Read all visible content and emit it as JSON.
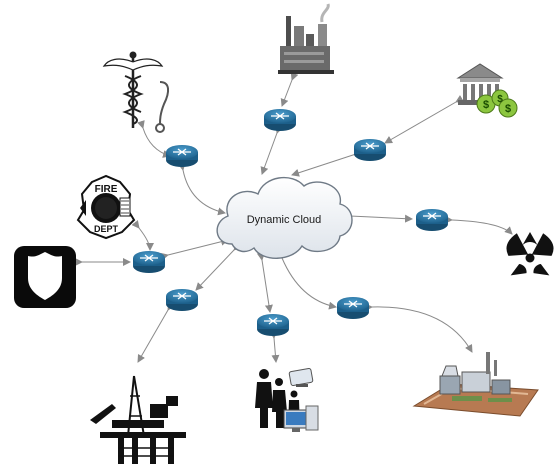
{
  "cloud": {
    "label": "Dynamic Cloud"
  },
  "fire_badge": {
    "top_text": "FIRE",
    "bottom_text": "DEPT"
  },
  "bank_badges": [
    "$",
    "$",
    "$"
  ],
  "colors": {
    "router_fill": "#1f6f9f",
    "router_top": "#3c8fc0",
    "link": "#8a8a8a",
    "cloud_fill": "#eef1f4",
    "cloud_stroke": "#6f7a86",
    "money_green": "#8cc63f"
  },
  "nodes": [
    {
      "name": "medical",
      "icon": "caduceus-stethoscope-icon"
    },
    {
      "name": "industrial-plant",
      "icon": "factory-icon"
    },
    {
      "name": "bank",
      "icon": "bank-money-icon"
    },
    {
      "name": "fire-department",
      "icon": "fire-dept-badge-icon"
    },
    {
      "name": "police",
      "icon": "police-shield-icon"
    },
    {
      "name": "nuclear",
      "icon": "radiation-icon"
    },
    {
      "name": "oil-rig",
      "icon": "oil-rig-icon"
    },
    {
      "name": "family-home",
      "icon": "family-computer-icon"
    },
    {
      "name": "power-plant",
      "icon": "power-plant-icon"
    }
  ]
}
